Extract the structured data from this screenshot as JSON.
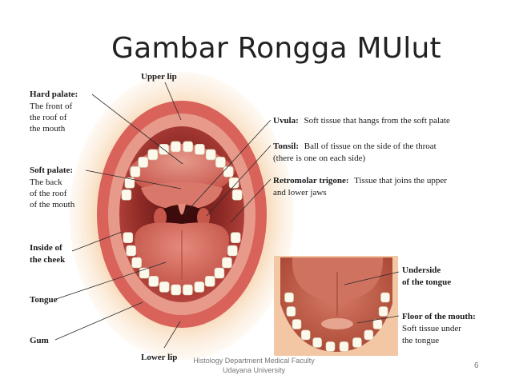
{
  "title": "Gambar Rongga MUlut",
  "footer": {
    "line1": "Histology Department Medical Faculty",
    "line2": "Udayana University",
    "page_number": "6"
  },
  "labels": {
    "upper_lip": "Upper lip",
    "lower_lip": "Lower lip",
    "hard_palate": {
      "term": "Hard palate:",
      "l1": "The front of",
      "l2": "the roof of",
      "l3": "the mouth"
    },
    "soft_palate": {
      "term": "Soft palate:",
      "l1": "The back",
      "l2": "of the roof",
      "l3": "of the mouth"
    },
    "inside_cheek": {
      "l1": "Inside of",
      "l2": "the cheek"
    },
    "tongue": "Tongue",
    "gum": "Gum",
    "uvula": {
      "term": "Uvula:",
      "desc": "Soft tissue that hangs from the soft palate"
    },
    "tonsil": {
      "term": "Tonsil:",
      "desc": "Ball of tissue on the side of the throat",
      "l2": "(there is one on each side)"
    },
    "retromolar": {
      "term": "Retromolar trigone:",
      "desc": "Tissue that joins the upper",
      "l2": "and lower jaws"
    },
    "underside": {
      "l1": "Underside",
      "l2": "of the tongue"
    },
    "floor": {
      "term": "Floor of the mouth:",
      "l2": "Soft tissue under",
      "l3": "the tongue"
    }
  },
  "colors": {
    "skin": "#f5cfa6",
    "lip": "#d9625a",
    "cavity": "#8e2a26",
    "tongue": "#d4695f",
    "teeth": "#fbf8ec"
  }
}
